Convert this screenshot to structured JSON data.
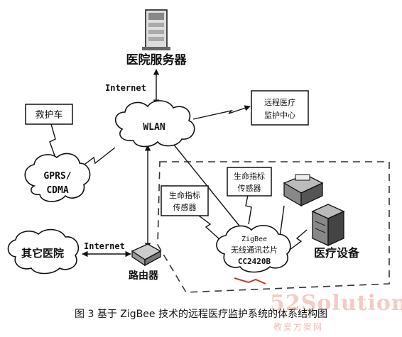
{
  "nodes": {
    "hospital_server": "医院服务器",
    "wlan": "WLAN",
    "remote_center": [
      "远程医疗",
      "监护中心"
    ],
    "ambulance": "救护车",
    "gprs": [
      "GPRS/",
      "CDMA"
    ],
    "other_hospital": "其它医院",
    "router": "路由器",
    "sensor_left": [
      "生命指标",
      "传感器"
    ],
    "sensor_right": [
      "生命指标",
      "传感器"
    ],
    "zigbee": [
      "ZigBee",
      "无线通讯芯片",
      "CC2420B"
    ],
    "medical_device": "医疗设备"
  },
  "links": {
    "internet_top": "Internet",
    "internet_bottom": "Internet"
  },
  "caption": "图 3 基于 ZigBee 技术的远程医疗监护系统的体系结构图",
  "watermark": {
    "brand": "52Solution",
    "sub": "教爱方案网"
  }
}
